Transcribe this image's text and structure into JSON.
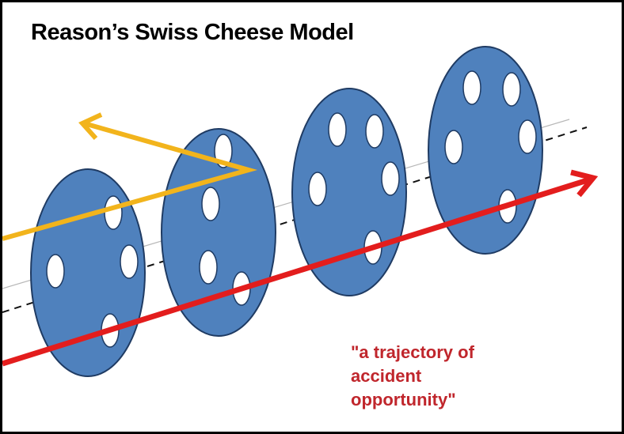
{
  "title": "Reason’s Swiss Cheese Model",
  "caption": {
    "lines": [
      "\"a trajectory of",
      "accident",
      "opportunity\""
    ]
  },
  "colors": {
    "slice_fill": "#4f81bd",
    "slice_stroke": "#1f3b63",
    "trajectory_success": "#e31d1d",
    "trajectory_blocked": "#f2b41c",
    "caption": "#c0262c"
  },
  "slices": [
    {
      "name": "defense-layer-1",
      "holes": 4
    },
    {
      "name": "defense-layer-2",
      "holes": 4
    },
    {
      "name": "defense-layer-3",
      "holes": 5
    },
    {
      "name": "defense-layer-4",
      "holes": 5
    }
  ]
}
